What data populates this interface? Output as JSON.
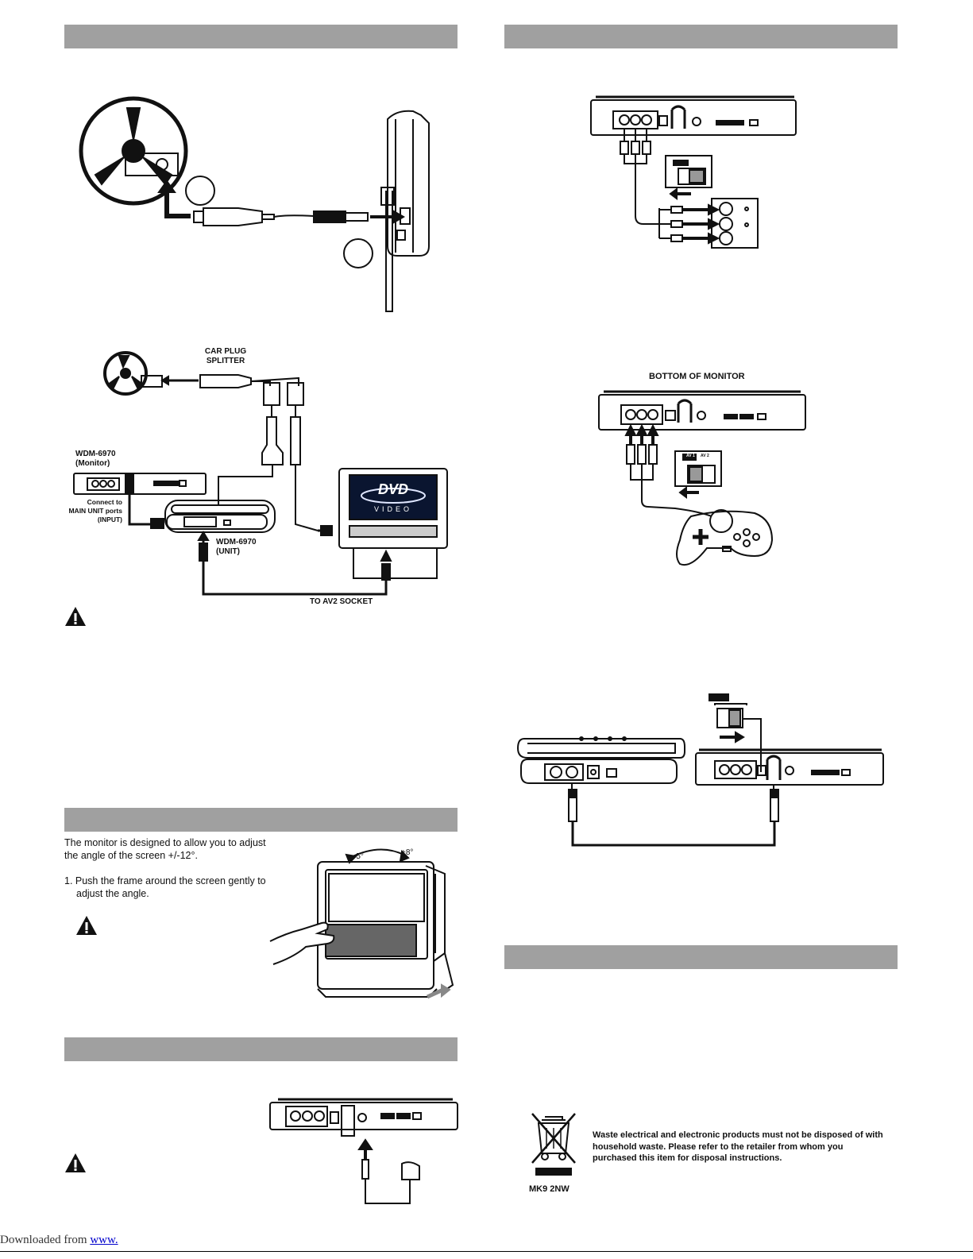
{
  "labels": {
    "car_plug_splitter": "CAR PLUG\nSPLITTER",
    "monitor_model": "WDM-6970\n(Monitor)",
    "connect_to": "Connect to\nMAIN UNIT ports\n(INPUT)",
    "unit_model": "WDM-6970\n(UNIT)",
    "to_av2": "TO  AV2  SOCKET",
    "bottom_of_monitor": "BOTTOM OF MONITOR",
    "av1": "AV 1",
    "av2": "AV 2",
    "angle_minus": "-5°",
    "angle_plus": "+8°"
  },
  "screen_angle": {
    "para1": "The monitor is designed to allow you to adjust the angle of the screen +/-12°.",
    "step1": "1. Push the frame around the screen gently to adjust the angle."
  },
  "disposal": {
    "text": "Waste electrical and electronic products must not be disposed of with household waste. Please refer to the retailer from whom you purchased this item for disposal instructions.",
    "code": "MK9  2NW"
  },
  "footer": {
    "prefix": "Downloaded from ",
    "link": "www."
  },
  "colors": {
    "section_bar": "#a0a0a0",
    "line_art": "#111111"
  },
  "icons": [
    "warning-icon",
    "steering-wheel-icon",
    "dvd-video-logo",
    "weee-bin-icon",
    "gamepad-icon",
    "hand-icon"
  ]
}
